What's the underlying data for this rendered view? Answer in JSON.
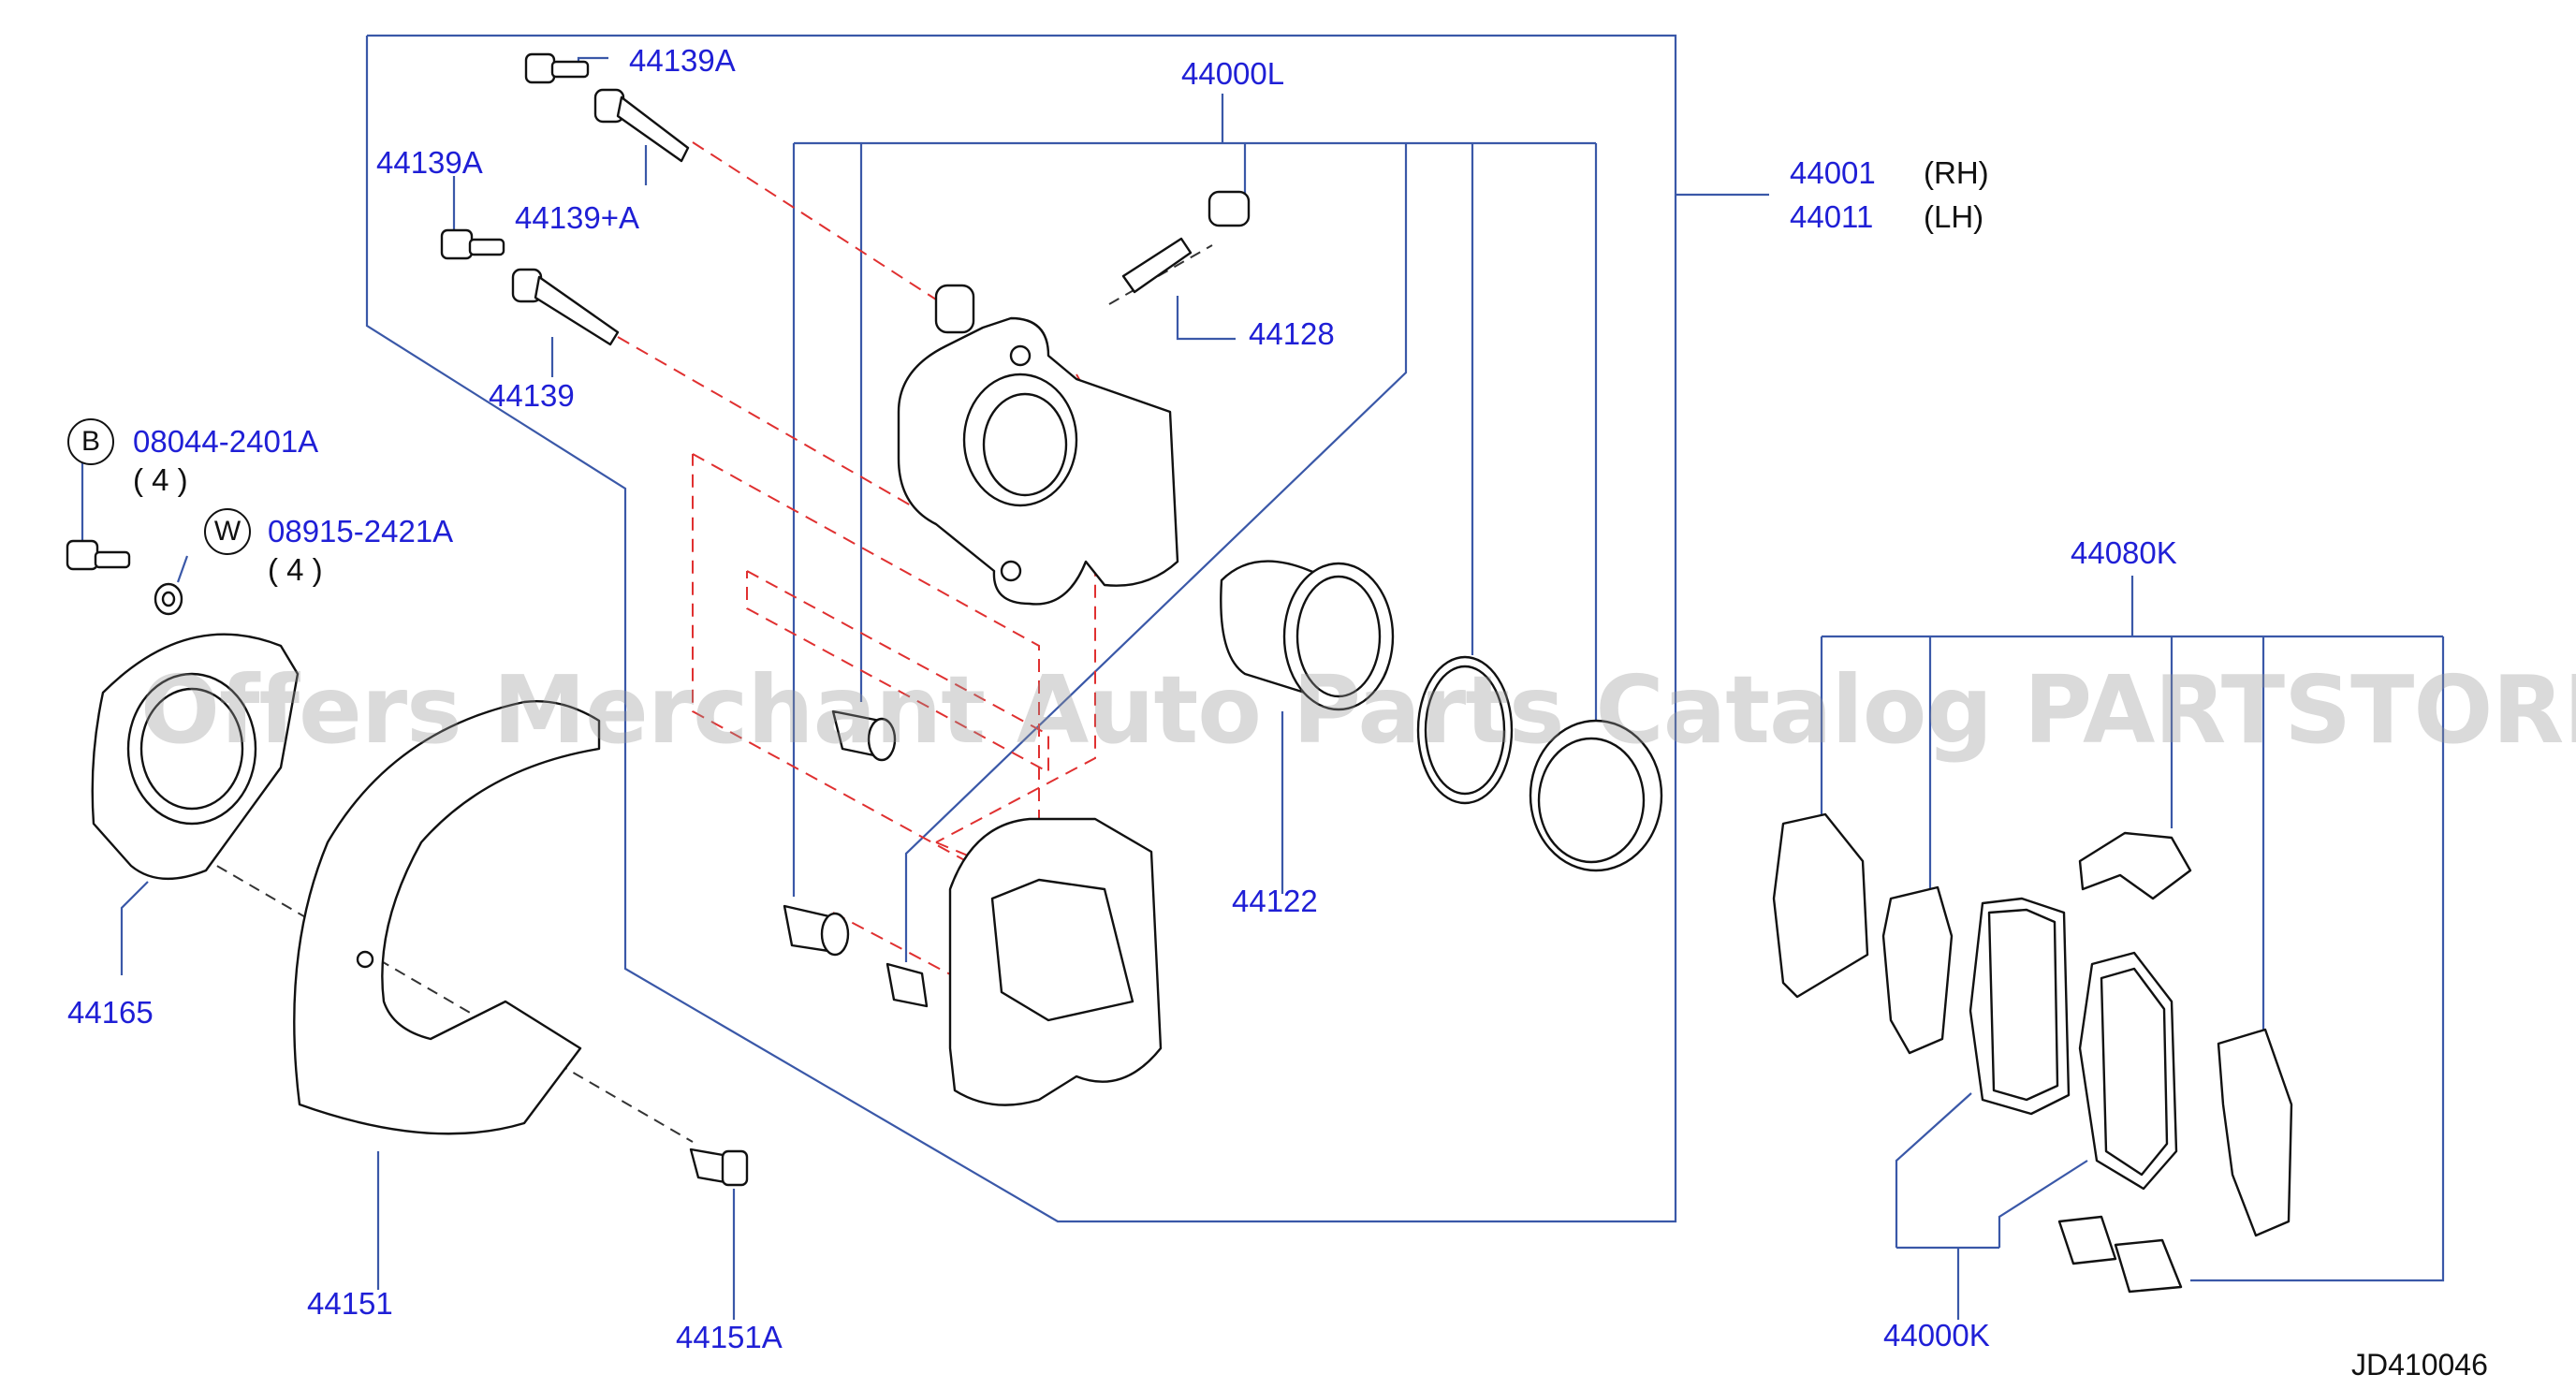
{
  "diagram": {
    "labels": {
      "p44139A_top": "44139A",
      "p44000L": "44000L",
      "p44139A_left": "44139A",
      "p44139_plusA": "44139+A",
      "p44001": "44001",
      "p44011": "44011",
      "rh": "(RH)",
      "lh": "(LH)",
      "p44128": "44128",
      "p44139": "44139",
      "p08044": "08044-2401A",
      "p08915": "08915-2421A",
      "qty_b": "( 4 )",
      "qty_w": "( 4 )",
      "p44080K": "44080K",
      "p44122": "44122",
      "p44165": "44165",
      "p44151": "44151",
      "p44151A": "44151A",
      "p44000K": "44000K",
      "circle_b": "B",
      "circle_w": "W"
    },
    "watermark": "Offers Merchant Auto Parts Catalog PARTSTORE.SA",
    "reference_code": "JD410046",
    "colors": {
      "label_blue": "#1f1fd6",
      "leader_blue": "#3a58a8",
      "dashed_red": "#e03030",
      "line_black": "#111111"
    }
  }
}
